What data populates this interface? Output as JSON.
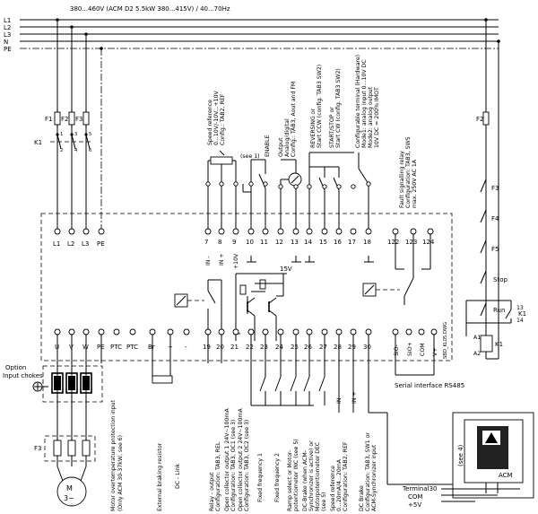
{
  "supply": {
    "header": "380...460V (ACM D2 5.5kW 380...415V) / 40...70Hz",
    "lines": [
      "L1",
      "L2",
      "L3",
      "N",
      "PE"
    ]
  },
  "fuses": {
    "f1": "F1",
    "f2": "F2",
    "f3": "F3",
    "f2_right": "F2",
    "f3_right": "F3",
    "f4": "F4",
    "f5": "F5",
    "f3_motor": "F3"
  },
  "relay_k1": "K1",
  "k1_contacts": [
    "1",
    "3",
    "5",
    "2",
    "4",
    "6"
  ],
  "inputs_top": [
    "L1",
    "L2",
    "L3",
    "PE"
  ],
  "top_terminals": [
    "7",
    "8",
    "9",
    "10",
    "11",
    "12",
    "13",
    "14",
    "15",
    "16",
    "17",
    "18"
  ],
  "top_signals": [
    "IN -",
    "IN +",
    "+10V"
  ],
  "relay_terminals": [
    "122",
    "123",
    "124"
  ],
  "bottom_terminals": [
    "U",
    "V",
    "W",
    "PE",
    "PTC",
    "PTC",
    "Br",
    "+",
    "-",
    "19",
    "20",
    "21",
    "22",
    "23",
    "24",
    "25",
    "26",
    "27",
    "28",
    "29",
    "30"
  ],
  "serial_terminals": [
    "SIO-",
    "SIO+",
    "COM",
    "V+"
  ],
  "misc": {
    "ref_top": "(see 1)",
    "volt_15": "15V",
    "model_code": "SBD_KL05.DWG",
    "serial_label": "Serial interface RS485"
  },
  "top_labels": [
    "Speed reference",
    "0...10V/-10V...+10V",
    "Config.: TAB2, REF",
    "ENABLE",
    "Output",
    "Analog/digital",
    "Config.: TAB3, Aout and FM",
    "REVERSING or",
    "Start CCW (config. TAB3 SW2)",
    "START/STOP or",
    "Start CW (config. TAB3 SW2)",
    "Configurable terminal (Hardware)",
    "Mode1: analog input 0...10V DC",
    "Mode2: analog output",
    "10V DC = 200% IMOT",
    "Fault signalling relay",
    "Configuration: TAB3, SW5",
    "max. 250V AC 1A"
  ],
  "bottom_labels": [
    "Motor overtemperature protection input",
    "(Only ACM 30-37kW, see 6)",
    "External braking resistor",
    "DC - Link",
    "Relay - output",
    "Configuration: TAB3, REL",
    "Open collector output 1 24V~100mA",
    "Configuration: TAB3, OC1 (see 3)",
    "Open collector output 2 24V~100mA",
    "Configuration: TAB3, OC2 (see 3)",
    "Fixed frequency 1",
    "Fixed frequency 2",
    "Ramp select or Motor-",
    "potentiometer INC (see 5)",
    "DC-Brake (when ACM-",
    "Synchronizer is active) or",
    "Motorpotentiometer DEC",
    "(see 5)",
    "Speed reference",
    "0...20mA/4...20mA",
    "Configuration: TAB2, REF",
    "DC Brake",
    "Configuration: TAB3, SW1 or",
    "ACM-Synchronizer input"
  ],
  "left": {
    "choke_option": "Option",
    "choke_label": "Input chokes",
    "motor_m": "M",
    "motor_3": "3~"
  },
  "control": {
    "stop": "Stop",
    "run": "Run",
    "a1": "A1",
    "a2": "A2",
    "c13": "13",
    "c14": "14"
  },
  "inset": {
    "see": "(see 4)",
    "brand": "ACM",
    "terminals": [
      "Terminal30",
      "COM",
      "+5V"
    ]
  }
}
